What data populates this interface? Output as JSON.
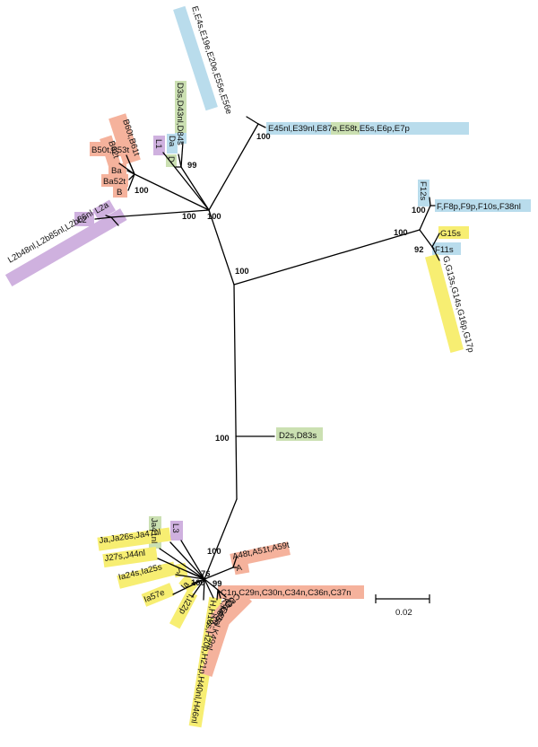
{
  "colors": {
    "blue": "#b9dcec",
    "green": "#cbe0b2",
    "salmon": "#f5b29c",
    "purple": "#cfb1df",
    "yellow": "#f7ee72"
  },
  "labels": {
    "E_top": "E,E4s,E19e,E20e,E55e,E56e",
    "E_row": "E45nl,E39nl,E87e,E58t,E5s,E6p,E7p",
    "D3s": "D3s,D43nl,D84s",
    "Da": "Da",
    "D": "D",
    "L1": "L1",
    "B60": "B60t,B61t",
    "B62": "B62t",
    "B50": "B50t,B53t",
    "Ba": "Ba",
    "Ba52": "Ba52t",
    "B": "B",
    "L2a": "L2a",
    "L2": "L2",
    "L2b": "L2b48nl,L2b85nl,L2b86nl",
    "F12s": "F12s",
    "F_row": "F,F8p,F9p,F10s,F38nl",
    "G15s": "G15s",
    "F11s": "F11s",
    "G_col": "G,G13s,G14s,G16p,G17p",
    "D2s": "D2s,D83s",
    "Ja41": "Ja41nl",
    "L3": "L3",
    "Ja_row": "Ja,Ja26s,Ja47nl",
    "J27": "J27s,J44nl",
    "J": "J",
    "Ia24": "Ia24s,Ia25s",
    "Ia": "Ia",
    "Ia57": "Ia57e",
    "I22p": "I,I22p",
    "H_col": "H,H18s,H20p,H21p,H40nl,H46nl",
    "K_col": "K,K42nl,K49nl",
    "C35": "C,C35n",
    "C31": "C31n",
    "C32": "C32n,C33n",
    "C_row": "C1n,C29n,C30n,C34n,C36n,C37n",
    "A": "A",
    "A48": "A48t,A51t,A59t"
  },
  "bootstrap": {
    "b_E": "100",
    "b_D": "99",
    "b_B": "100",
    "b_L": "100",
    "b_LB": "100",
    "b_ctr": "100",
    "b_F": "100",
    "b_FG": "100",
    "b_G": "92",
    "b_D2": "100",
    "b_A": "100",
    "b_76": "76",
    "b_99": "99",
    "b_AC": "100"
  },
  "scale": {
    "label": "0.02"
  }
}
